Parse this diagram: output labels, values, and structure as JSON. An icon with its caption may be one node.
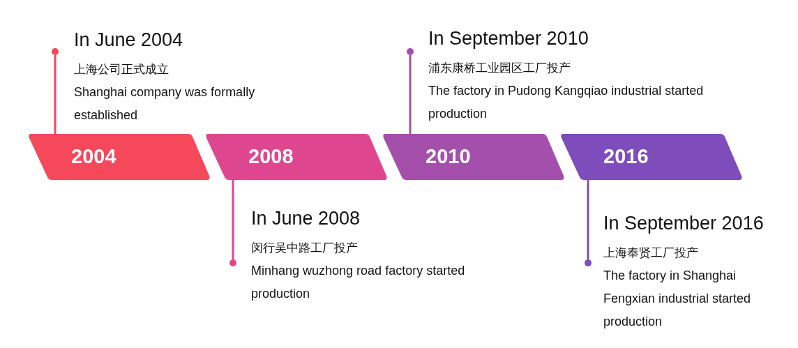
{
  "diagram": {
    "nodes": [
      {
        "text": [
          "2004"
        ]
      },
      {
        "text": [
          "2008"
        ]
      },
      {
        "text": [
          "2010"
        ]
      },
      {
        "text": [
          "2016"
        ]
      },
      {
        "text": [
          "In June 2004",
          "上海公司正式成立",
          "Shanghai company was formally established"
        ]
      },
      {
        "text": [
          "In June 2008",
          "闵行吴中路工厂投产",
          "Minhang wuzhong road factory started production"
        ]
      },
      {
        "text": [
          "In September 2010",
          "浦东康桥工业园区工厂投产",
          "The factory in Pudong Kangqiao industrial started production"
        ]
      },
      {
        "text": [
          "In September 2016",
          "上海奉贤工厂投产",
          "The factory in Shanghai Fengxian industrial started production"
        ]
      },
      {
        "text": [],
        "shape": "circle"
      },
      {
        "text": [],
        "shape": "circle"
      },
      {
        "text": [],
        "shape": "circle"
      },
      {
        "text": [],
        "shape": "circle"
      }
    ],
    "edges": [
      {
        "from": 0,
        "to": 8,
        "arrow": "none",
        "color": "#f5485a"
      },
      {
        "from": 1,
        "to": 9,
        "arrow": "none",
        "color": "#df4690"
      },
      {
        "from": 2,
        "to": 10,
        "arrow": "none",
        "color": "#a54fac"
      },
      {
        "from": 3,
        "to": 11,
        "arrow": "none",
        "color": "#7e4dbb"
      }
    ]
  }
}
